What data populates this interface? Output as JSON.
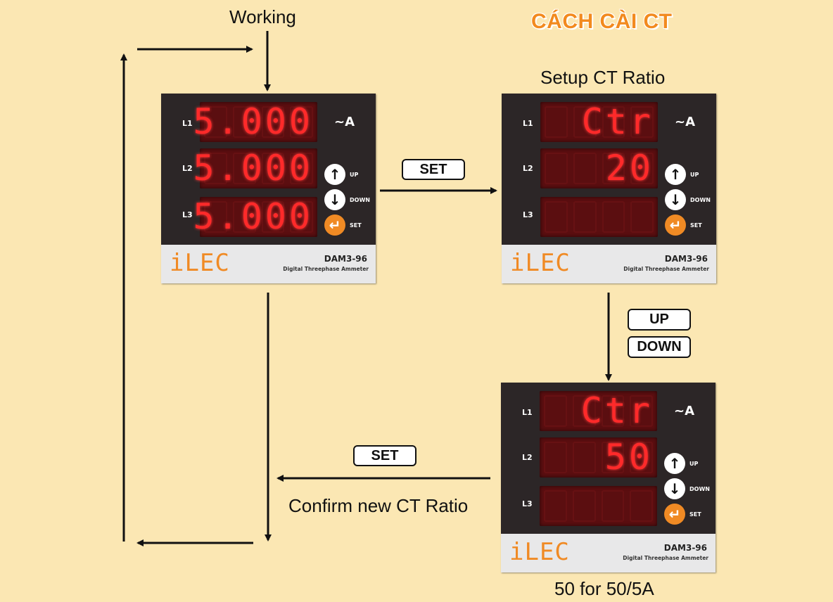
{
  "title": "CÁCH CÀI CT",
  "labels": {
    "working": "Working",
    "setup": "Setup CT Ratio",
    "confirm": "Confirm new CT Ratio",
    "example": "50 for 50/5A"
  },
  "buttons": {
    "set_top": "SET",
    "up": "UP",
    "down": "DOWN",
    "set_bottom": "SET"
  },
  "meter_common": {
    "row1": "L1",
    "row2": "L2",
    "row3": "L3",
    "unit": "~A",
    "key_up": "UP",
    "key_down": "DOWN",
    "key_set": "SET",
    "brand": "iLEC",
    "model": "DAM3-96",
    "desc": "Digital Threephase Ammeter"
  },
  "meters": [
    {
      "l1": "5.000",
      "l2": "5.000",
      "l3": "5.000"
    },
    {
      "l1": "Ctr",
      "l2": "20",
      "l3": ""
    },
    {
      "l1": "Ctr",
      "l2": "50",
      "l3": ""
    }
  ],
  "colors": {
    "background": "#fbe7b3",
    "accent": "#f28a1e",
    "segment": "#ff2a2a"
  }
}
